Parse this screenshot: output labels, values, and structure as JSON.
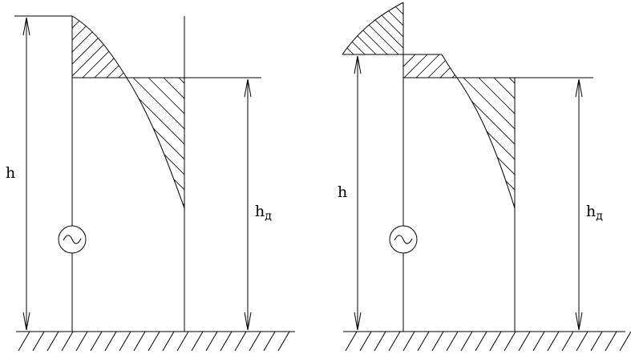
{
  "diagrams": [
    {
      "height_label": "h",
      "depth_label_main": "h",
      "depth_label_sub": "д",
      "generator_symbol": "~"
    },
    {
      "height_label": "h",
      "depth_label_main": "h",
      "depth_label_sub": "д",
      "generator_symbol": "~"
    }
  ]
}
